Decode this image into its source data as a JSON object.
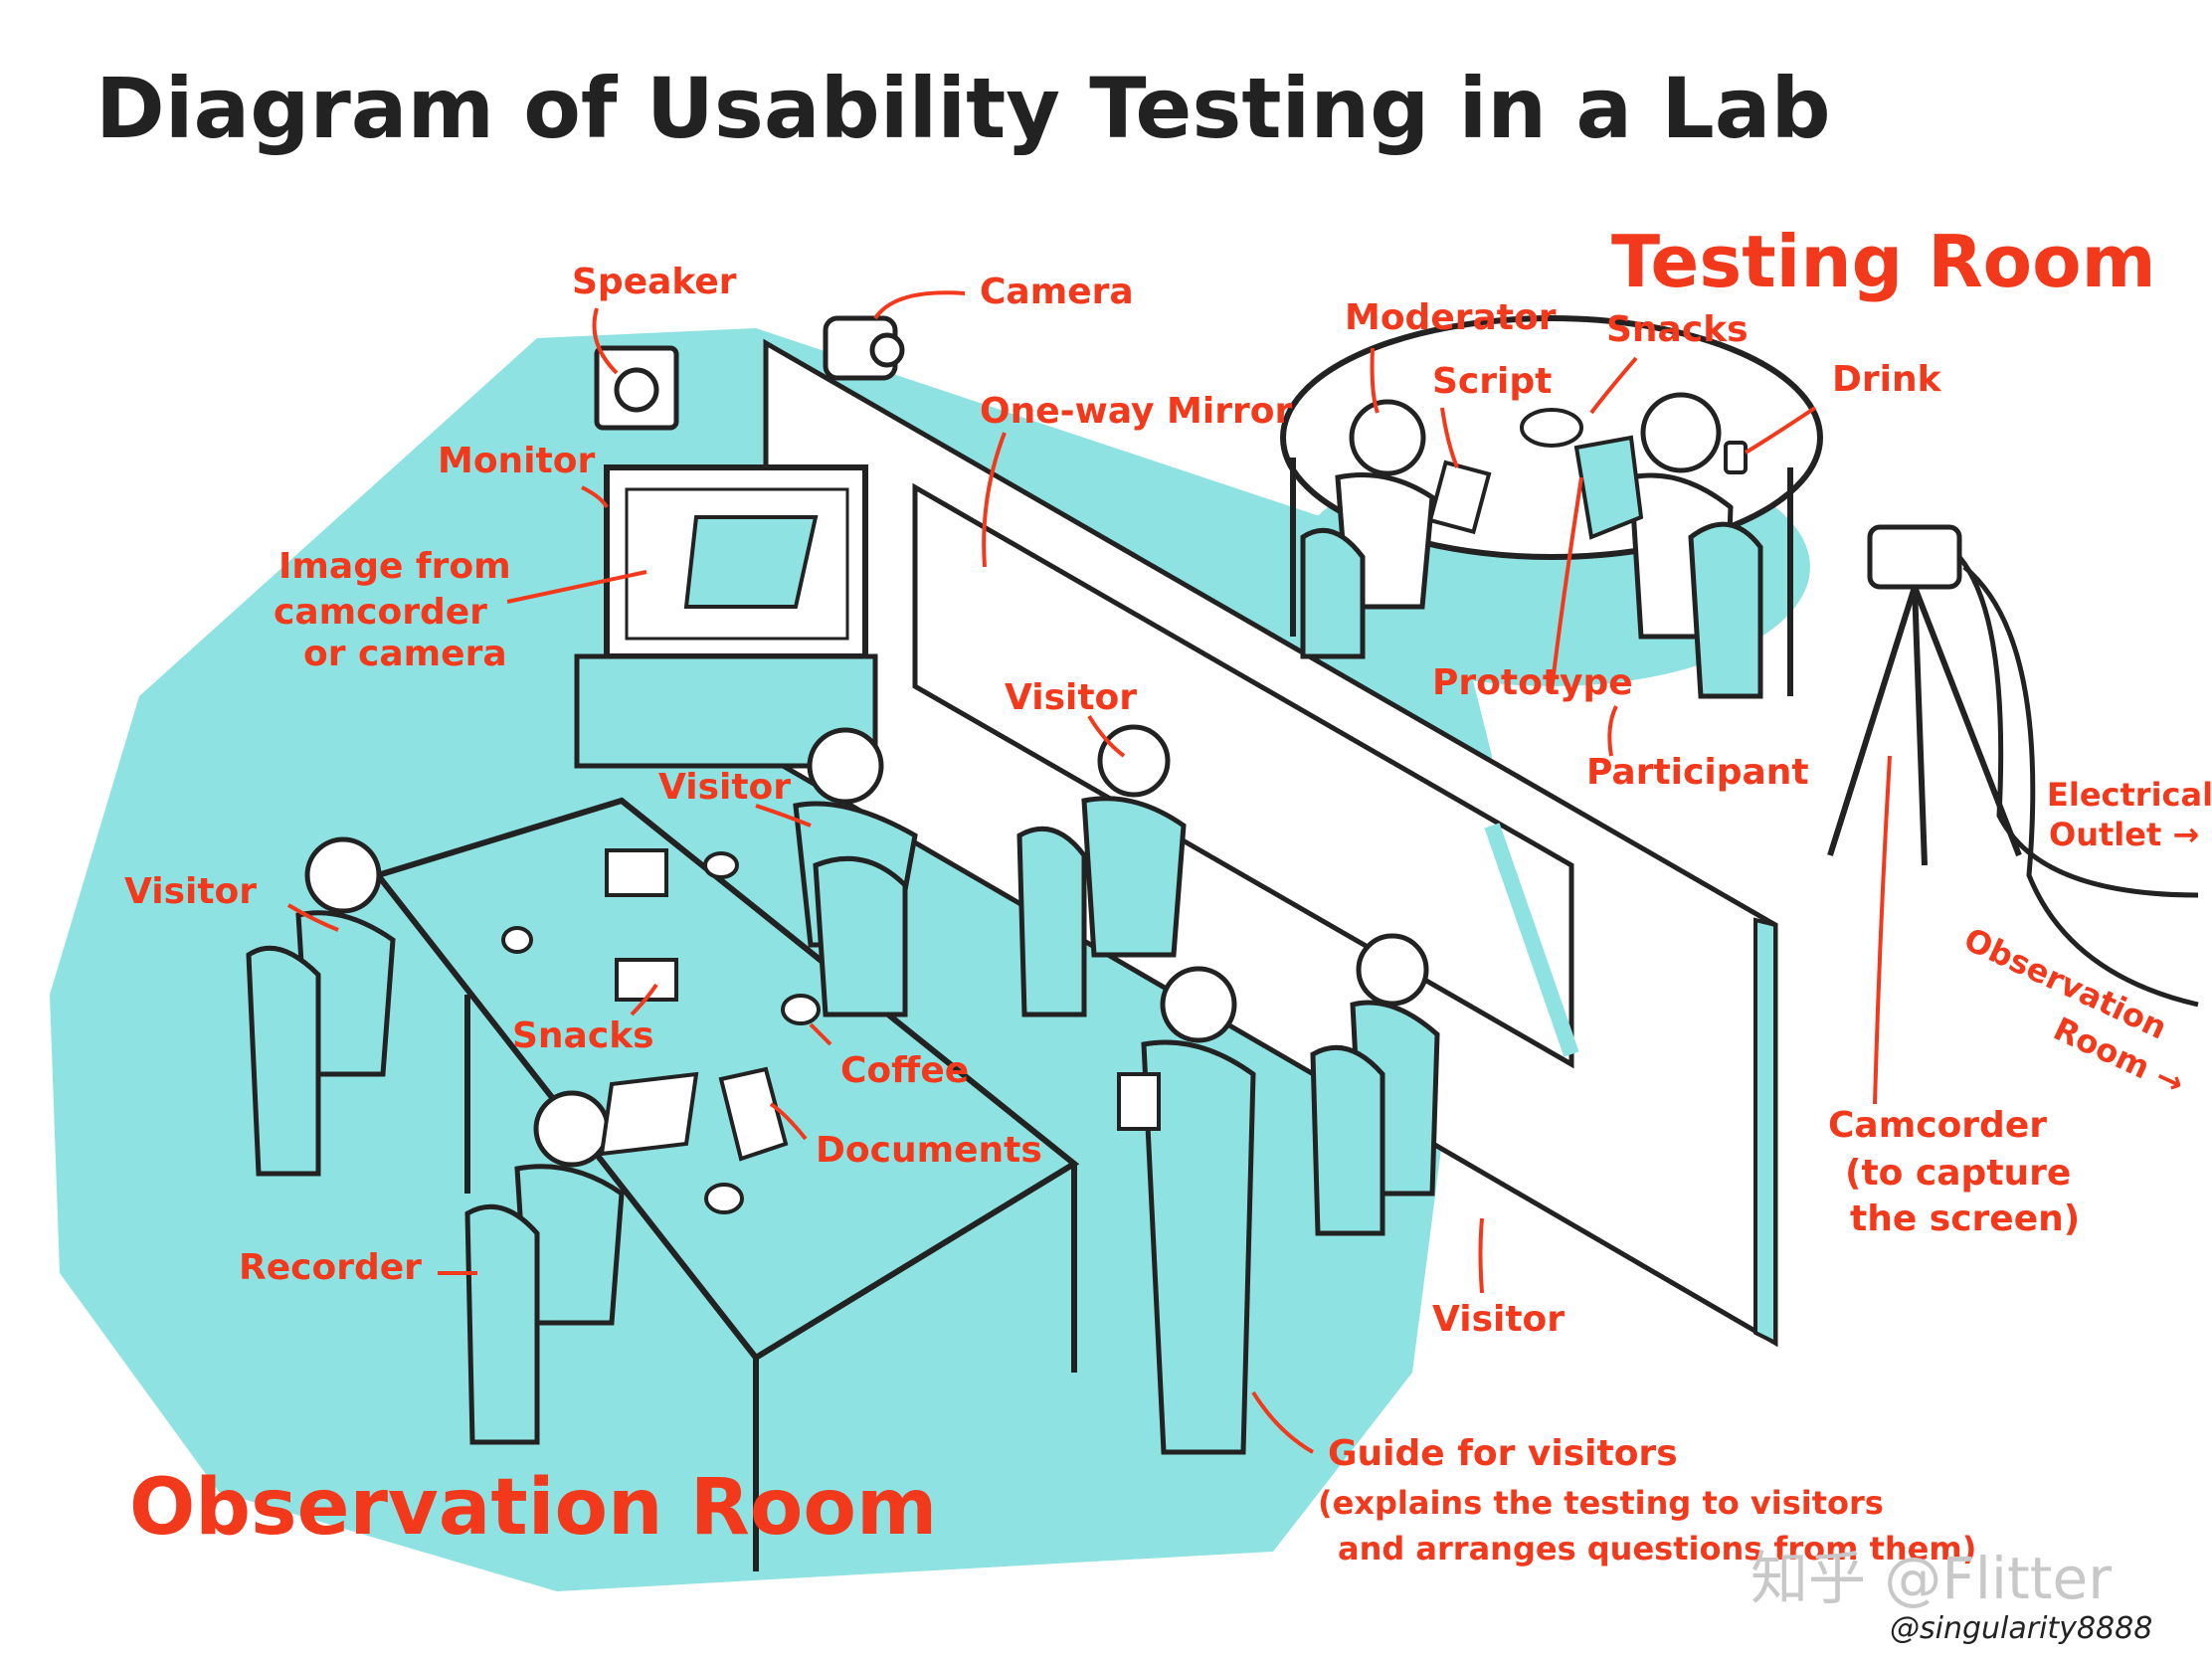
{
  "title": "Diagram of Usability Testing in a Lab",
  "colors": {
    "floor": "#8ee3e2",
    "label": "#f2391c",
    "ink": "#222222",
    "white": "#ffffff"
  },
  "rooms": {
    "testing": "Testing Room",
    "observation": "Observation Room"
  },
  "labels": {
    "speaker": "Speaker",
    "camera": "Camera",
    "one_way_mirror": "One-way Mirror",
    "monitor": "Monitor",
    "image_from_1": "Image from",
    "image_from_2": "camcorder",
    "image_from_3": "or camera",
    "moderator": "Moderator",
    "script": "Script",
    "snacks_testing": "Snacks",
    "drink": "Drink",
    "prototype": "Prototype",
    "participant": "Participant",
    "electrical_outlet_1": "Electrical",
    "electrical_outlet_2": "Outlet →",
    "observation_room_side_1": "Observation",
    "observation_room_side_2": "Room →",
    "camcorder_1": "Camcorder",
    "camcorder_2": "(to capture",
    "camcorder_3": "the screen)",
    "visitor_top": "Visitor",
    "visitor_middle": "Visitor",
    "visitor_left": "Visitor",
    "visitor_bottom": "Visitor",
    "snacks_observation": "Snacks",
    "coffee": "Coffee",
    "documents": "Documents",
    "recorder": "Recorder",
    "guide_1": "Guide for visitors",
    "guide_2": "(explains the testing to visitors",
    "guide_3": "and arranges questions from them)"
  },
  "watermark": "知乎 @Flitter",
  "signature": "@singularity8888"
}
